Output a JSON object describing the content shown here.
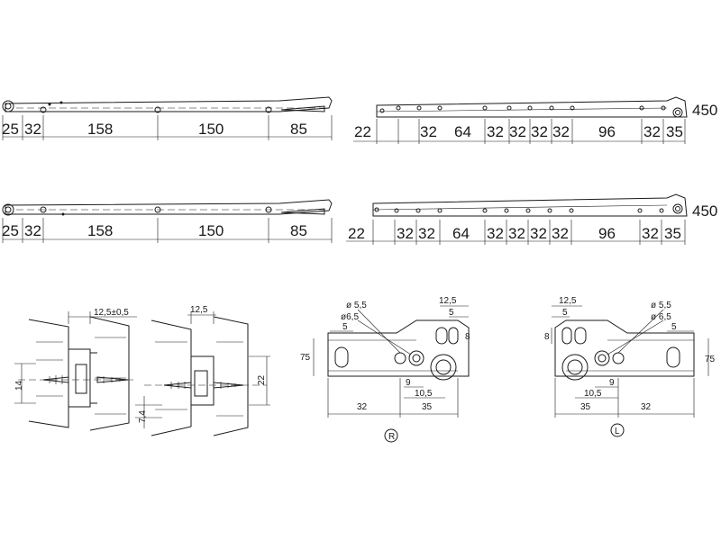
{
  "rails": {
    "top_left_dims": [
      "25",
      "32",
      "158",
      "150",
      "85"
    ],
    "top_right_dims": [
      "22",
      "32",
      "64",
      "32",
      "32",
      "32",
      "32",
      "96",
      "32",
      "35"
    ],
    "top_right_length": "450",
    "bottom_left_dims": [
      "25",
      "32",
      "158",
      "150",
      "85"
    ],
    "bottom_right_dims": [
      "22",
      "32",
      "32",
      "64",
      "32",
      "32",
      "32",
      "32",
      "96",
      "32",
      "35"
    ],
    "bottom_right_length": "450"
  },
  "sections": {
    "left_gap": "12,5±0,5",
    "left_height": "14",
    "right_gap": "12,5",
    "right_height": "22",
    "right_bottom": "7,4"
  },
  "bracket_r": {
    "hole1": "ø 5,5",
    "hole2": "ø6,5",
    "d5": "5",
    "d75": "75",
    "d125": "12,5",
    "d5b": "5",
    "d8": "8",
    "d9": "9",
    "d105": "10,5",
    "d32": "32",
    "d35": "35",
    "label": "R"
  },
  "bracket_l": {
    "hole1": "ø 5,5",
    "hole2": "ø 6,5",
    "d125": "12,5",
    "d5": "5",
    "d8": "8",
    "d5b": "5",
    "d75": "75",
    "d9": "9",
    "d105": "10,5",
    "d35": "35",
    "d32": "32",
    "label": "L"
  }
}
